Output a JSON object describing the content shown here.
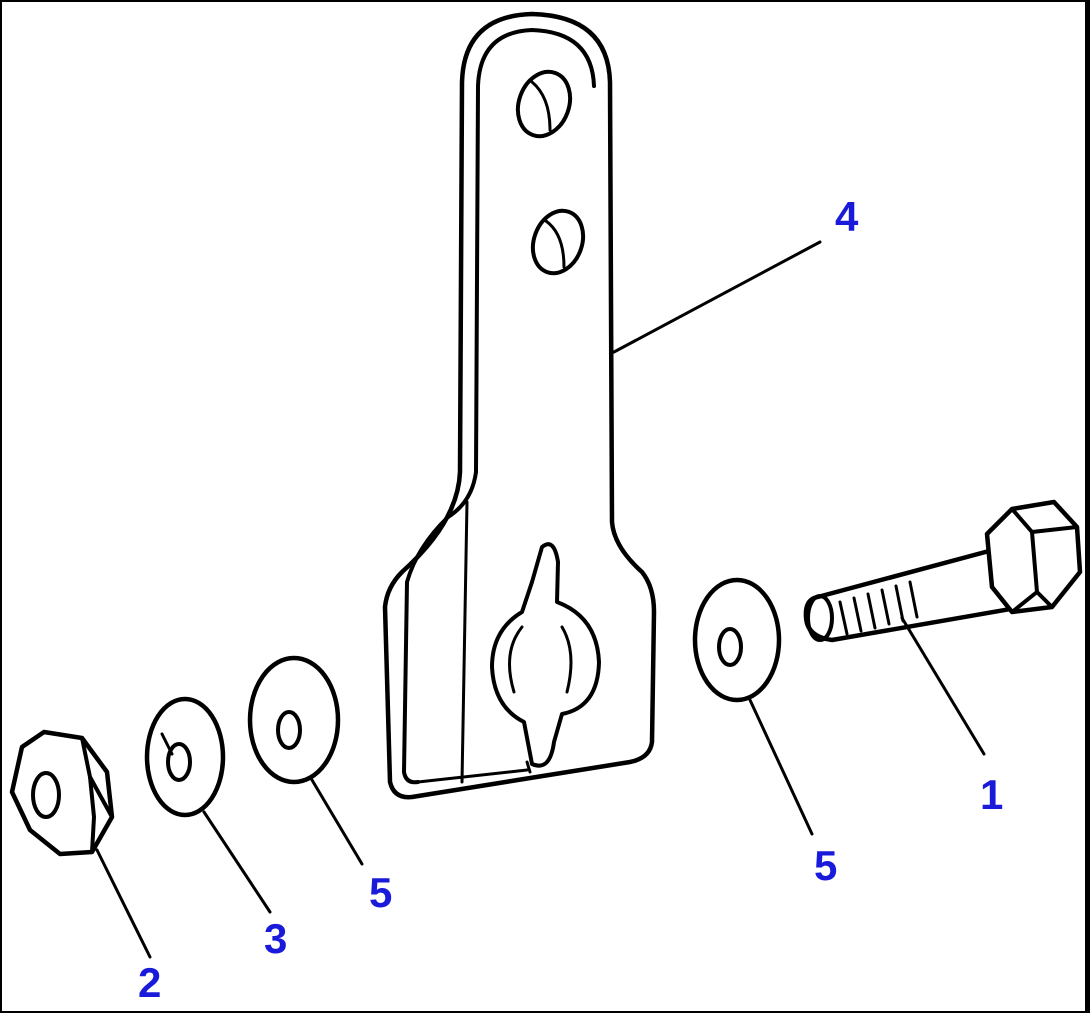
{
  "diagram": {
    "callouts": {
      "c1": "1",
      "c2": "2",
      "c3": "3",
      "c4": "4",
      "c5a": "5",
      "c5b": "5"
    },
    "colors": {
      "callout": "#1a1adb",
      "line": "#000000",
      "background": "#ffffff"
    }
  }
}
